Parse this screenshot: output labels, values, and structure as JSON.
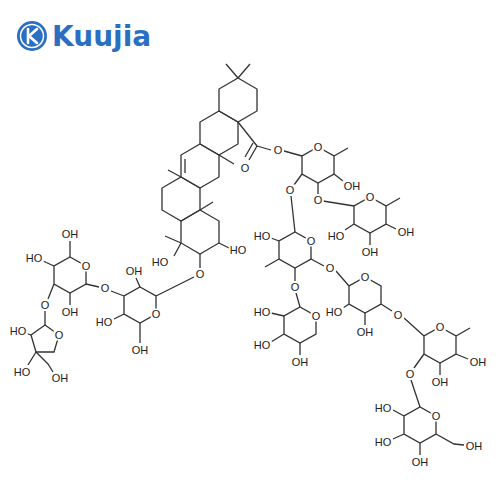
{
  "diagram": {
    "labels": [
      "Kuujia",
      "O",
      "O",
      "HO",
      "O",
      "HO",
      "O",
      "OH",
      "O",
      "O",
      "O",
      "OH",
      "OH",
      "HO",
      "O",
      "HO",
      "O",
      "O",
      "O",
      "HO",
      "HO",
      "OH",
      "O",
      "HO",
      "OH",
      "O",
      "O",
      "OH",
      "OH",
      "O",
      "O",
      "OH",
      "OH",
      "HO",
      "HO",
      "OH",
      "O",
      "OH",
      "HO",
      "O",
      "O",
      "OH",
      "HO",
      "OH",
      "O",
      "O",
      "HO",
      "HO",
      "OH"
    ]
  }
}
